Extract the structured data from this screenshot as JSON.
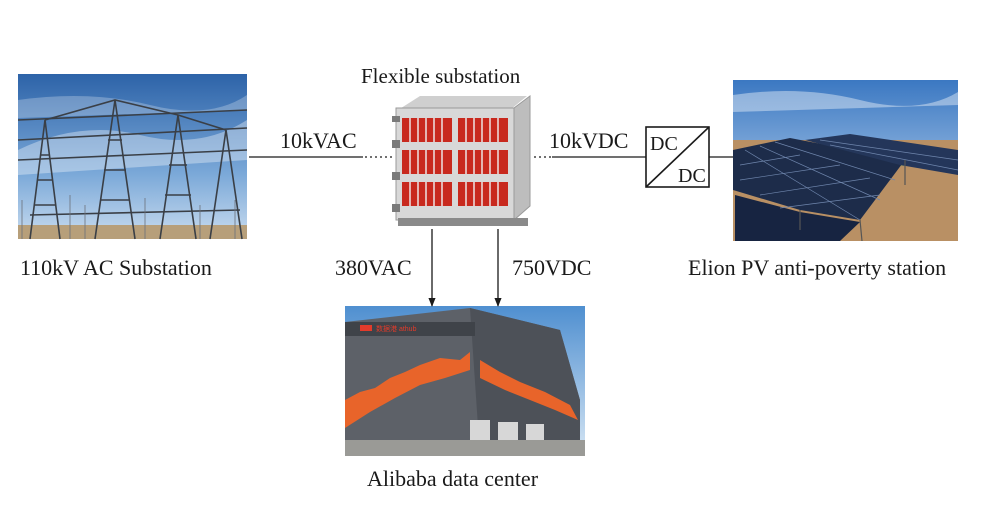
{
  "nodes": {
    "ac_substation": {
      "caption": "110kV AC Substation"
    },
    "flexible_substation": {
      "caption": "Flexible substation"
    },
    "pv_station": {
      "caption": "Elion PV anti-poverty station"
    },
    "data_center": {
      "caption": "Alibaba data center",
      "sign": "数据港 athub"
    }
  },
  "links": {
    "ac_to_flex": "10kVAC",
    "flex_to_pv": "10kVDC",
    "flex_to_dc_ac": "380VAC",
    "flex_to_dc_dc": "750VDC"
  },
  "converter": {
    "top": "DC",
    "bottom": "DC"
  },
  "colors": {
    "line": "#1a1a1a",
    "sky": "#3f7fc4",
    "panel": "#1d2c4a",
    "battery_red": "#c8291e",
    "building_orange": "#e8642a",
    "building_gray": "#5d6168"
  }
}
